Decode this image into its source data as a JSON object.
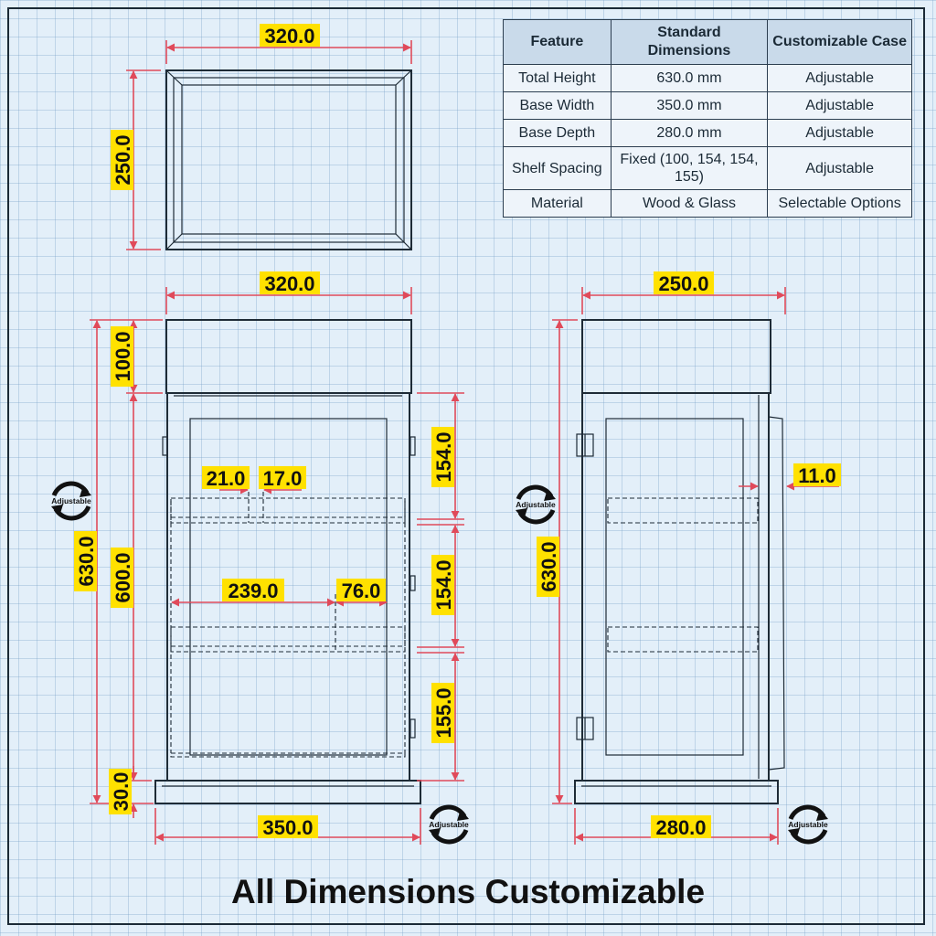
{
  "table": {
    "headers": [
      "Feature",
      "Standard Dimensions",
      "Customizable Case"
    ],
    "rows": [
      [
        "Total Height",
        "630.0 mm",
        "Adjustable"
      ],
      [
        "Base Width",
        "350.0 mm",
        "Adjustable"
      ],
      [
        "Base Depth",
        "280.0 mm",
        "Adjustable"
      ],
      [
        "Shelf Spacing",
        "Fixed (100, 154, 154, 155)",
        "Adjustable"
      ],
      [
        "Material",
        "Wood & Glass",
        "Selectable Options"
      ]
    ]
  },
  "top_view": {
    "width_label": "320.0",
    "depth_label": "250.0"
  },
  "front_view": {
    "top_width_label": "320.0",
    "base_width_label": "350.0",
    "total_height_label": "630.0",
    "body_height_label": "600.0",
    "crown_height_label": "100.0",
    "base_height_label": "30.0",
    "shelf_spacing_labels": [
      "154.0",
      "154.0",
      "155.0"
    ],
    "upper_inset_labels": [
      "21.0",
      "17.0"
    ],
    "lower_inset_labels": [
      "239.0",
      "76.0"
    ]
  },
  "side_view": {
    "top_depth_label": "250.0",
    "base_depth_label": "280.0",
    "total_height_label": "630.0",
    "panel_offset_label": "11.0"
  },
  "adjustable_badge": "Adjustable",
  "footer_title": "All Dimensions Customizable",
  "colors": {
    "dimension_line": "#e04a5a",
    "label_highlight": "#ffe100",
    "outline": "#1e2b36",
    "grid_background": "#e3eff9"
  }
}
